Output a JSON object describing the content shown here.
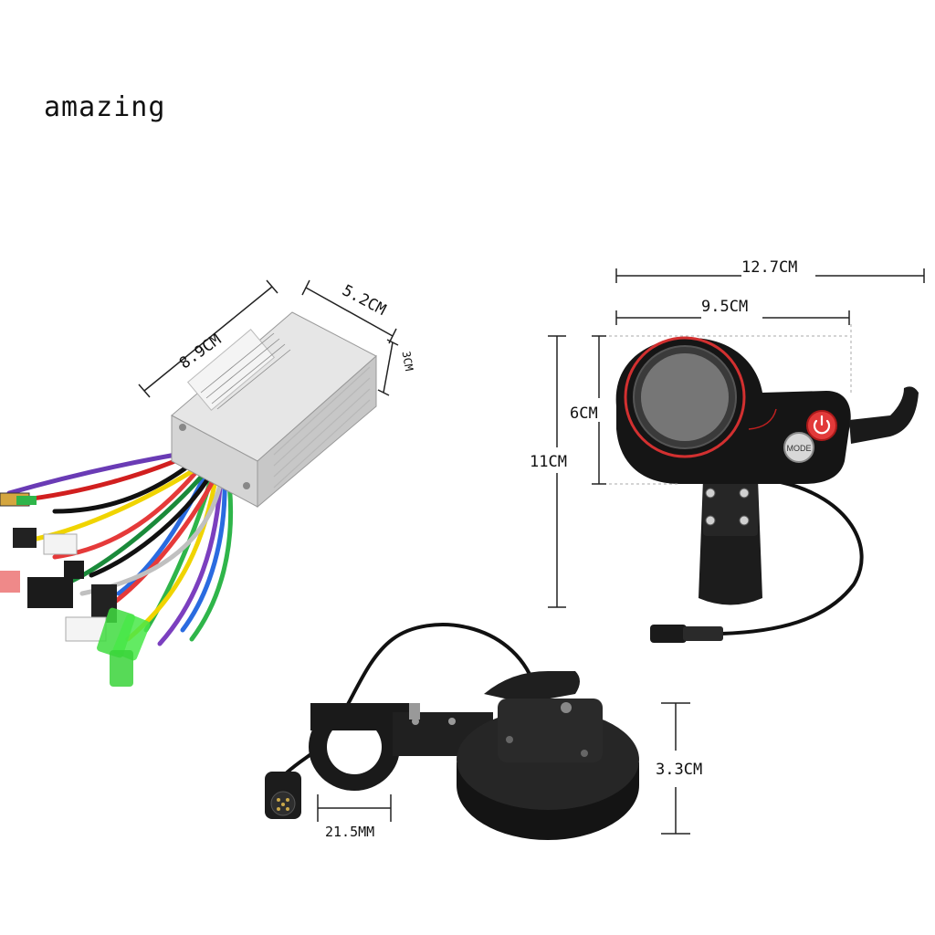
{
  "watermark": "amazing",
  "controller": {
    "length": "8.9CM",
    "width": "5.2CM",
    "height": "3CM"
  },
  "display": {
    "total_width": "12.7CM",
    "body_width": "9.5CM",
    "screen_height": "6CM",
    "total_height": "11CM",
    "mode_label": "MODE"
  },
  "throttle": {
    "clamp_diameter": "21.5MM",
    "thickness": "3.3CM"
  }
}
